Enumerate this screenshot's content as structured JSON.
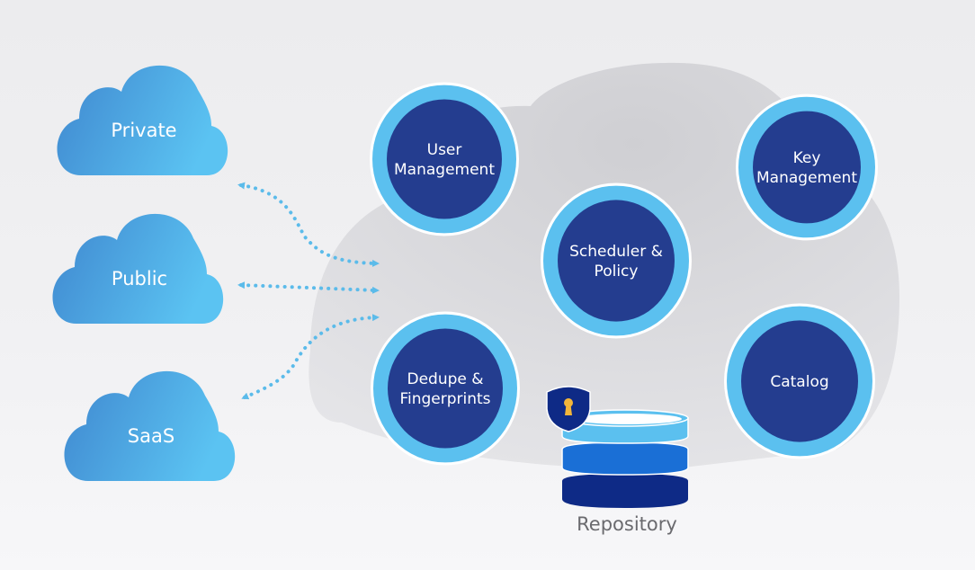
{
  "sources": [
    {
      "id": "private",
      "label": "Private"
    },
    {
      "id": "public",
      "label": "Public"
    },
    {
      "id": "saas",
      "label": "SaaS"
    }
  ],
  "services": [
    {
      "id": "user-management",
      "lines": [
        "User",
        "Management"
      ]
    },
    {
      "id": "key-management",
      "lines": [
        "Key",
        "Management"
      ]
    },
    {
      "id": "scheduler-policy",
      "lines": [
        "Scheduler &",
        "Policy"
      ]
    },
    {
      "id": "dedupe-fingerprints",
      "lines": [
        "Dedupe &",
        "Fingerprints"
      ]
    },
    {
      "id": "catalog",
      "lines": [
        "Catalog"
      ]
    }
  ],
  "repository": {
    "label": "Repository",
    "icon": "keyhole-shield-icon"
  },
  "connections": [
    {
      "from": "private",
      "to": "platform",
      "style": "dotted-bidirectional"
    },
    {
      "from": "public",
      "to": "platform",
      "style": "dotted-bidirectional"
    },
    {
      "from": "saas",
      "to": "platform",
      "style": "dotted-bidirectional"
    }
  ],
  "colors": {
    "source_cloud_dark": "#3f87cf",
    "source_cloud_light": "#5bc3f2",
    "platform_cloud": "#d4d4d8",
    "node_ring": "#5bc0ef",
    "node_fill": "#243d8f",
    "arrow": "#5bbbea",
    "repo_top": "#5bc0ef",
    "repo_mid": "#1a6fd6",
    "repo_bottom": "#0e2a86",
    "shield": "#0e2a86",
    "keyhole": "#f3b63a"
  }
}
